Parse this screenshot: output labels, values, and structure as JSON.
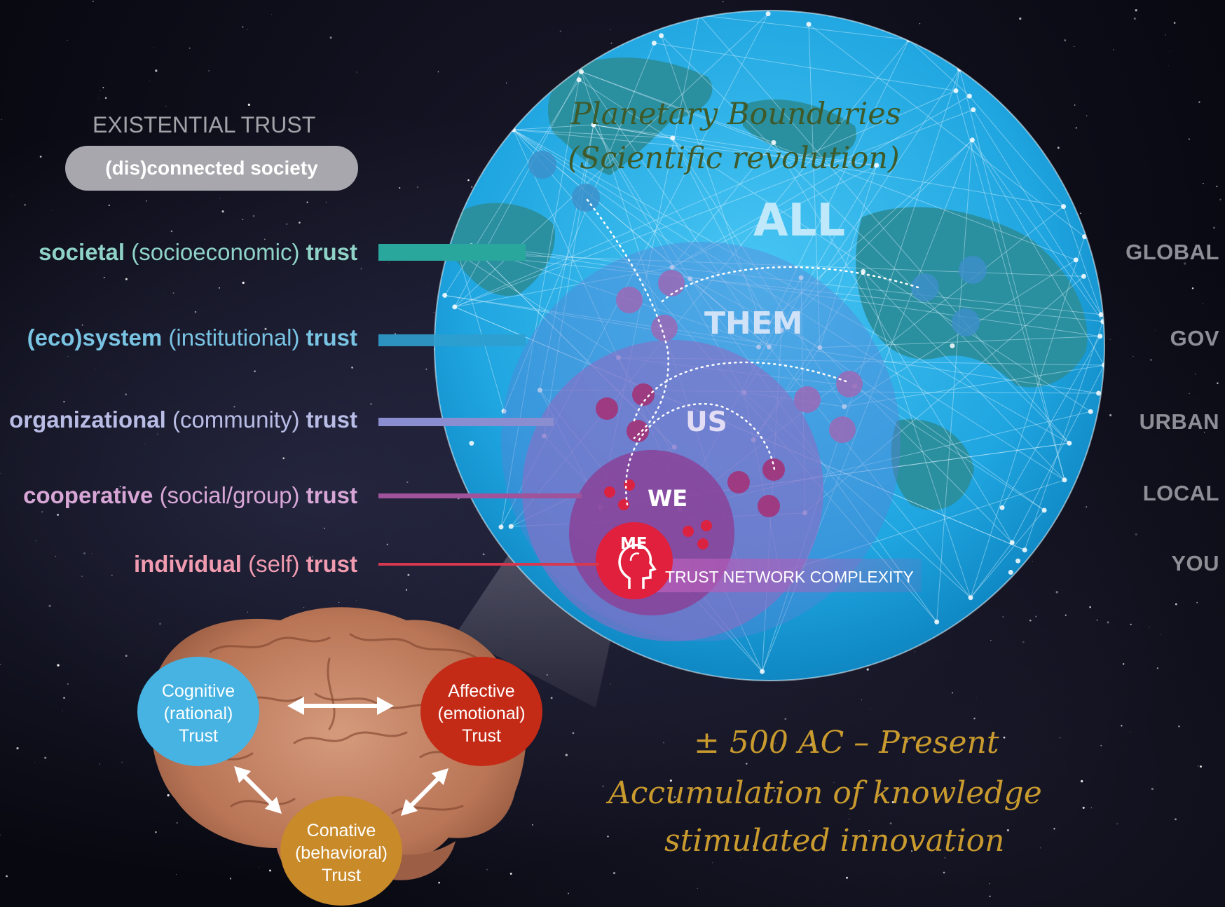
{
  "header": {
    "title": "EXISTENTIAL TRUST",
    "badge": "(dis)connected society"
  },
  "trust_levels": [
    {
      "key": "societal",
      "name": "societal",
      "qualifier": "(socioeconomic)",
      "suffix": "trust",
      "color": "#8fd3c8",
      "line_color": "#2aa79c",
      "scale": "GLOBAL",
      "sphere": "ALL"
    },
    {
      "key": "system",
      "name": "(eco)system",
      "qualifier": "(institutional)",
      "suffix": "trust",
      "color": "#79c3e3",
      "line_color": "#2f9fcf",
      "scale": "GOV",
      "sphere": "THEM"
    },
    {
      "key": "organizational",
      "name": "organizational",
      "qualifier": "(community)",
      "suffix": "trust",
      "color": "#b9bde6",
      "line_color": "#8a8dcf",
      "scale": "URBAN",
      "sphere": "US"
    },
    {
      "key": "cooperative",
      "name": "cooperative",
      "qualifier": "(social/group)",
      "suffix": "trust",
      "color": "#d8a6d6",
      "line_color": "#a0529b",
      "scale": "LOCAL",
      "sphere": "WE"
    },
    {
      "key": "individual",
      "name": "individual",
      "qualifier": "(self)",
      "suffix": "trust",
      "color": "#f19bb0",
      "line_color": "#d8384f",
      "scale": "YOU",
      "sphere": "ME"
    }
  ],
  "globe": {
    "heading_line1": "Planetary Boundaries",
    "heading_line2": "(Scientific revolution)",
    "network_label": "TRUST NETWORK COMPLEXITY",
    "ocean_color": "#2fb0e6",
    "land_color": "#2a8f9f"
  },
  "brain": {
    "cognitive": "Cognitive\n(rational)\nTrust",
    "affective": "Affective\n(emotional)\nTrust",
    "conative": "Conative\n(behavioral)\nTrust",
    "cognitive_color": "#47b3e2",
    "affective_color": "#c42b17",
    "conative_color": "#c98a2a"
  },
  "era": {
    "line1": "± 500 AC – Present",
    "line2": "Accumulation of knowledge",
    "line3": "stimulated innovation",
    "color": "#c99a2e"
  }
}
